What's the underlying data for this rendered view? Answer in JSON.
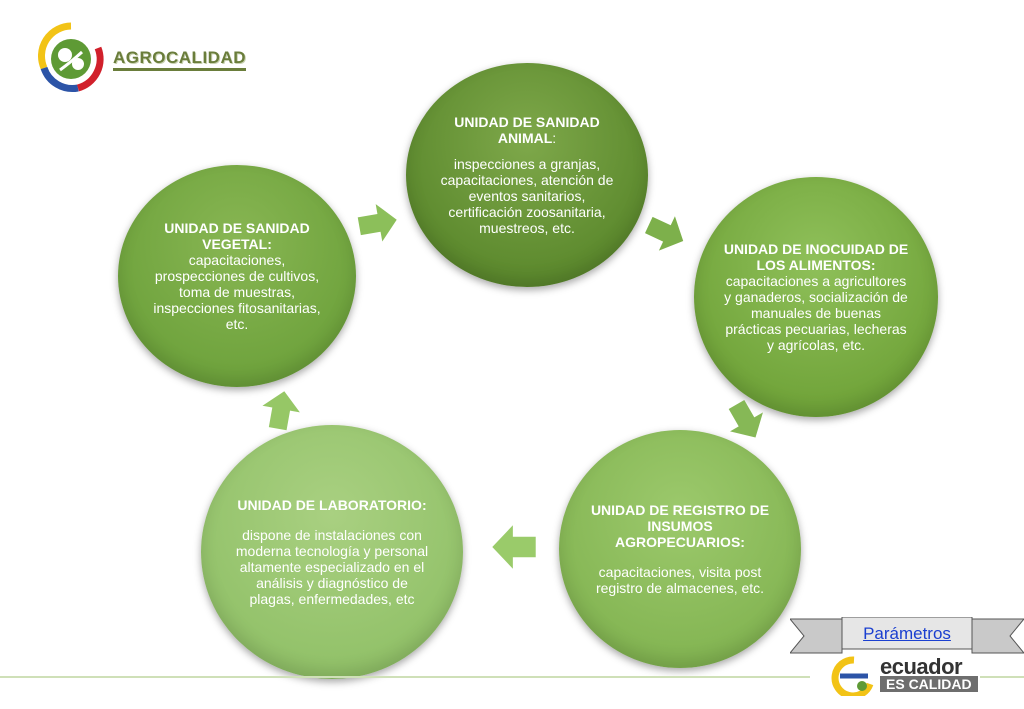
{
  "header": {
    "brand": "AGROCALIDAD",
    "logo_icon": "agrocalidad-logo-icon"
  },
  "units": [
    {
      "title": "UNIDAD DE SANIDAD ANIMAL",
      "title_suffix": ":",
      "body": "inspecciones a granjas, capacitaciones, atención de eventos sanitarios, certificación zoosanitaria, muestreos, etc."
    },
    {
      "title": "UNIDAD DE INOCUIDAD DE LOS ALIMENTOS:",
      "body": "capacitaciones a agricultores y ganaderos, socialización de manuales de buenas prácticas pecuarias, lecheras y agrícolas, etc."
    },
    {
      "title": "UNIDAD DE REGISTRO DE INSUMOS AGROPECUARIOS:",
      "body": "capacitaciones, visita post registro de almacenes, etc."
    },
    {
      "title": "UNIDAD DE LABORATORIO:",
      "body": "dispone de instalaciones con moderna tecnología y personal altamente especializado en el análisis y diagnóstico de plagas, enfermedades, etc"
    },
    {
      "title": "UNIDAD DE SANIDAD VEGETAL:",
      "body": "capacitaciones, prospecciones de cultivos, toma de muestras, inspecciones fitosanitarias, etc."
    }
  ],
  "footer": {
    "link_label": "Parámetros",
    "brand_word1": "ecuador",
    "brand_word2": "ES CALIDAD"
  },
  "colors": {
    "brand_green": "#6a7d3b",
    "arrow_green": "#8cbf5a",
    "link_blue": "#1a3fd0"
  }
}
